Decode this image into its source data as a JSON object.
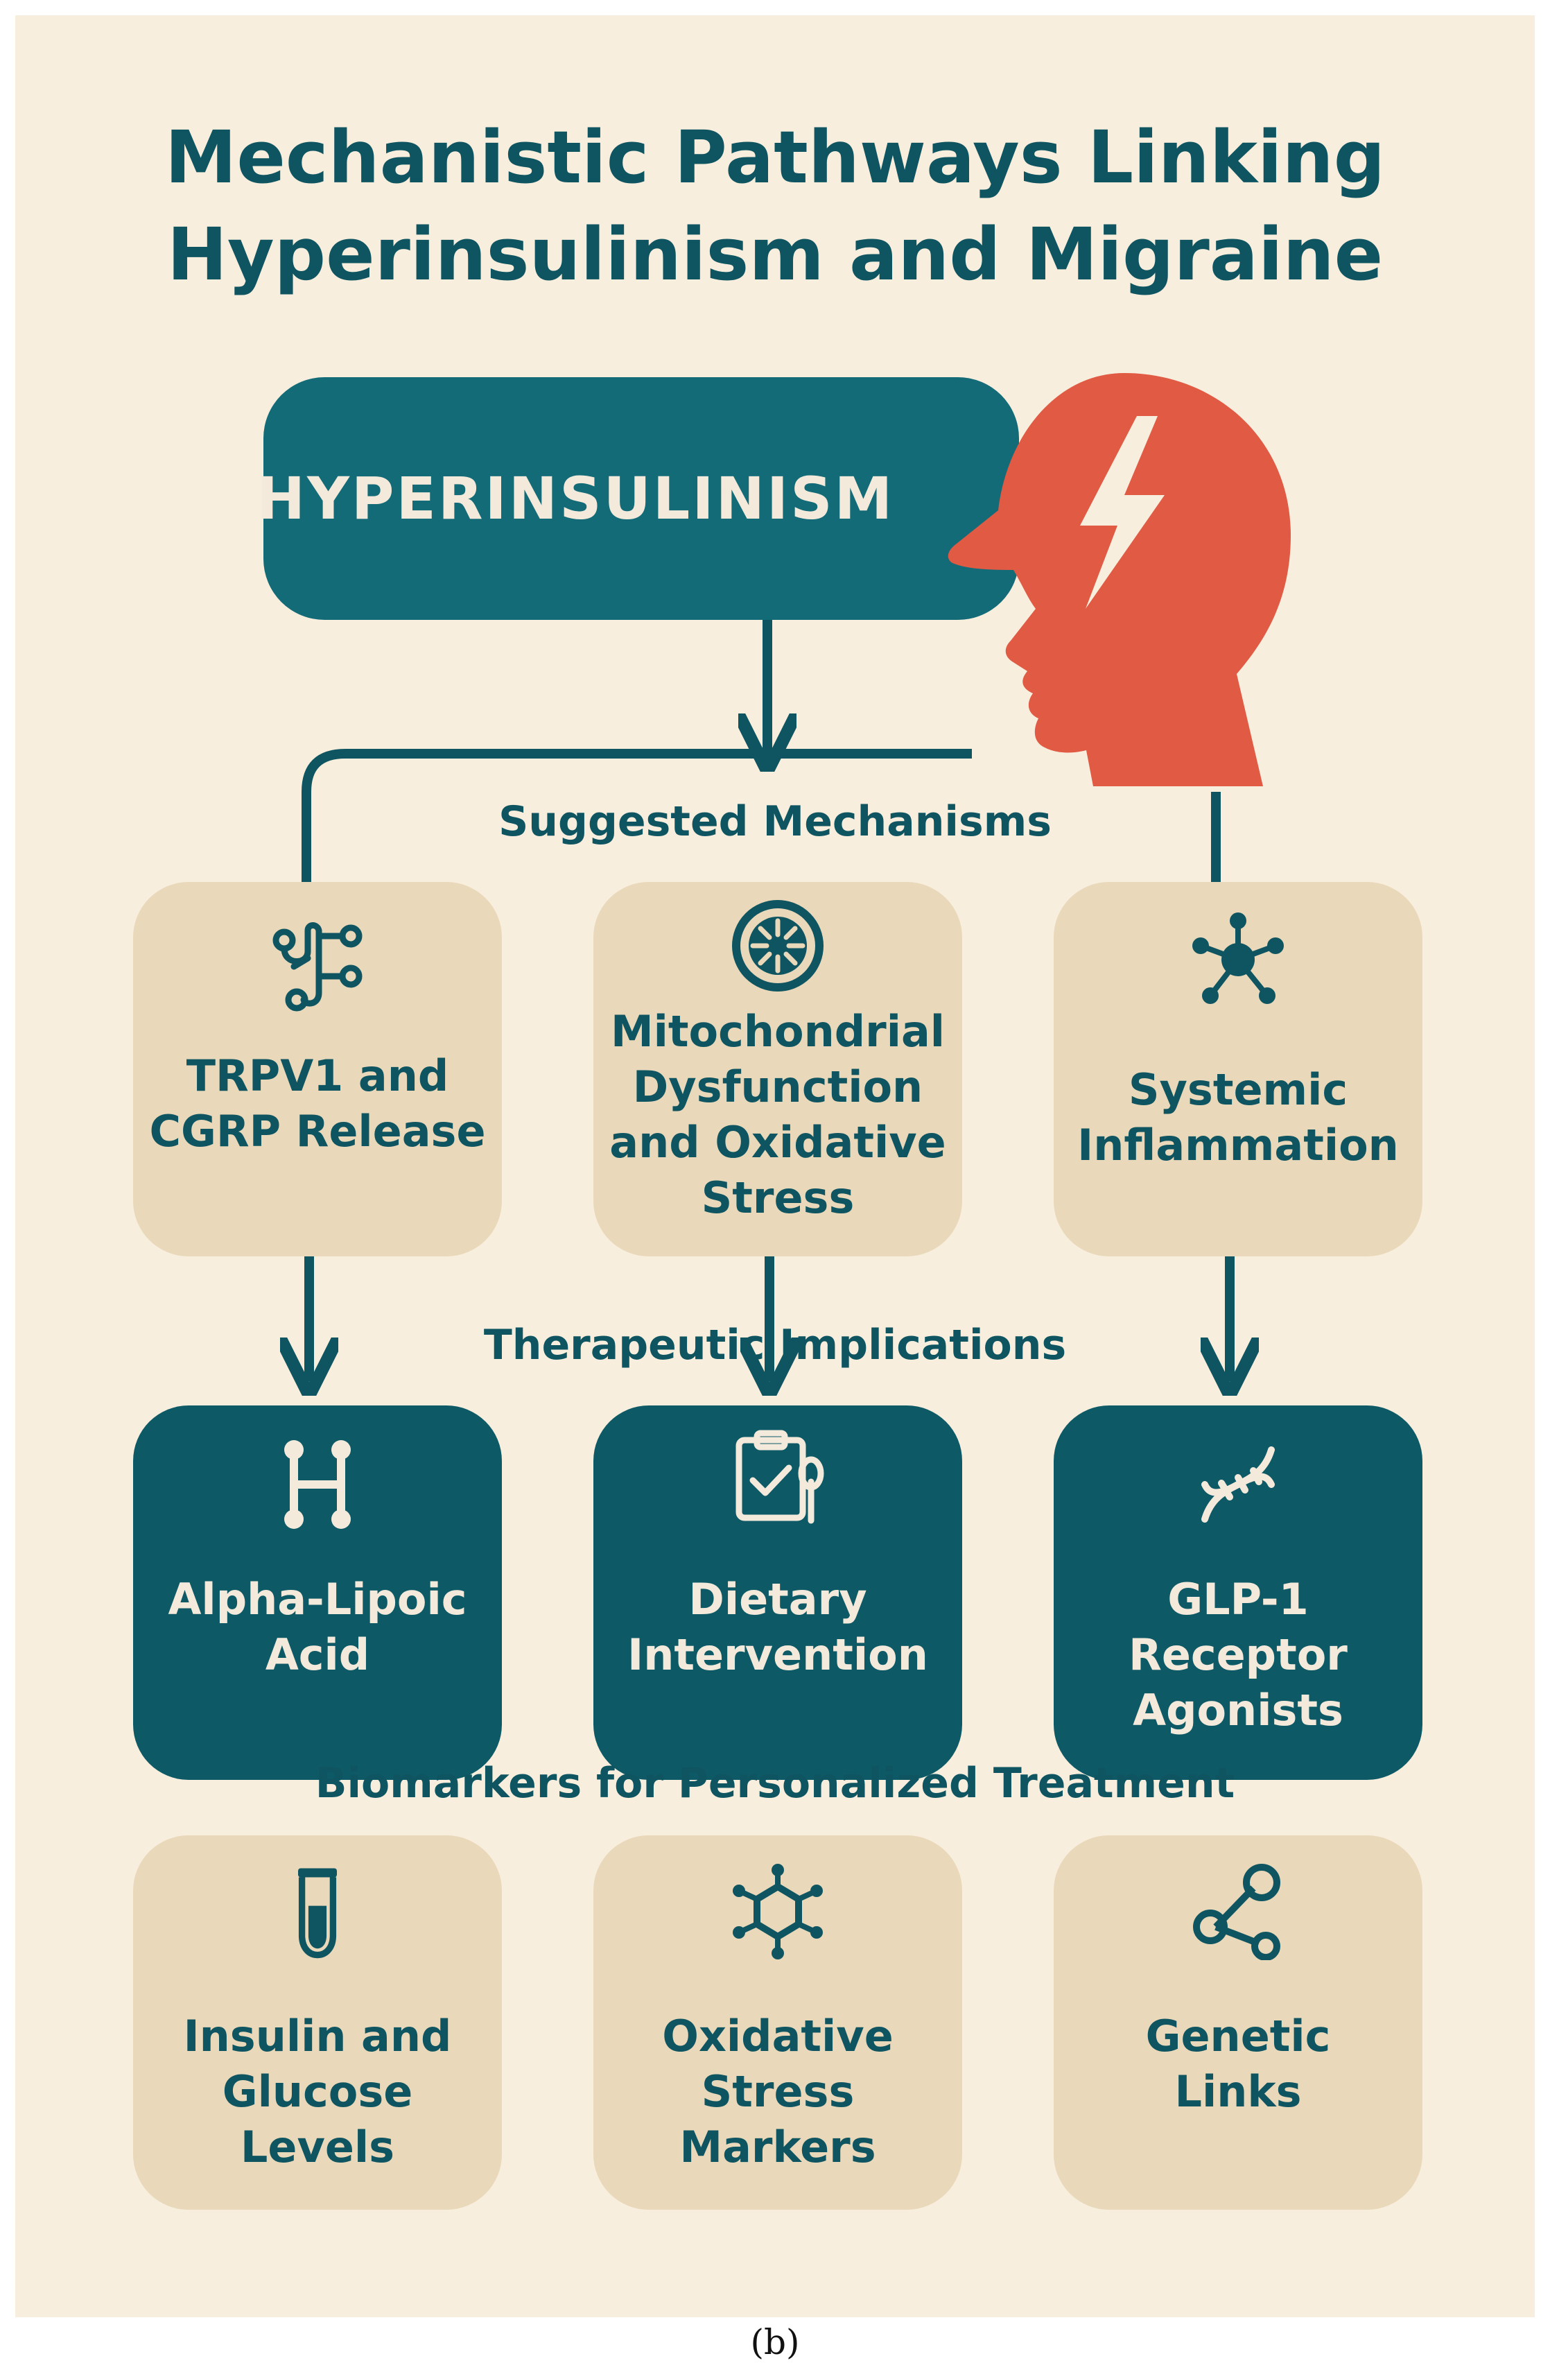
{
  "title": {
    "line1": "Mechanistic Pathways Linking",
    "line2": "Hyperinsulinism and Migraine"
  },
  "hyperinsulinism": {
    "label": "HYPERINSULINISM",
    "icon": "migraine-head-icon"
  },
  "sections": {
    "mechanisms": "Suggested Mechanisms",
    "therapeutics": "Therapeutic Implications",
    "biomarkers": "Biomarkers for Personalized Treatment"
  },
  "mechanisms": [
    {
      "label": "TRPV1 and\nCGRP Release",
      "icon": "neuron-circuit-icon"
    },
    {
      "label": "Mitochondrial\nDysfunction\nand Oxidative\nStress",
      "icon": "mitochondria-icon"
    },
    {
      "label": "Systemic\nInflammation",
      "icon": "molecule-network-icon"
    }
  ],
  "therapeutics": [
    {
      "label": "Alpha-Lipoic\nAcid",
      "icon": "molecule-h-icon"
    },
    {
      "label": "Dietary\nIntervention",
      "icon": "clipboard-spoon-icon"
    },
    {
      "label": "GLP-1 Receptor\nAgonists",
      "icon": "dna-icon"
    }
  ],
  "biomarkers": [
    {
      "label": "Insulin and\nGlucose Levels",
      "icon": "test-tube-icon"
    },
    {
      "label": "Oxidative\nStress Markers",
      "icon": "hexagon-molecule-icon"
    },
    {
      "label": "Genetic\nLinks",
      "icon": "share-nodes-icon"
    }
  ],
  "caption": "(b)",
  "colors": {
    "background": "#f8eedd",
    "teal_dark": "#0d5a66",
    "teal": "#136b78",
    "text": "#0f5561",
    "card_light": "#e9d8b9",
    "head_red": "#e05a44",
    "light_text": "#f4eadb"
  }
}
